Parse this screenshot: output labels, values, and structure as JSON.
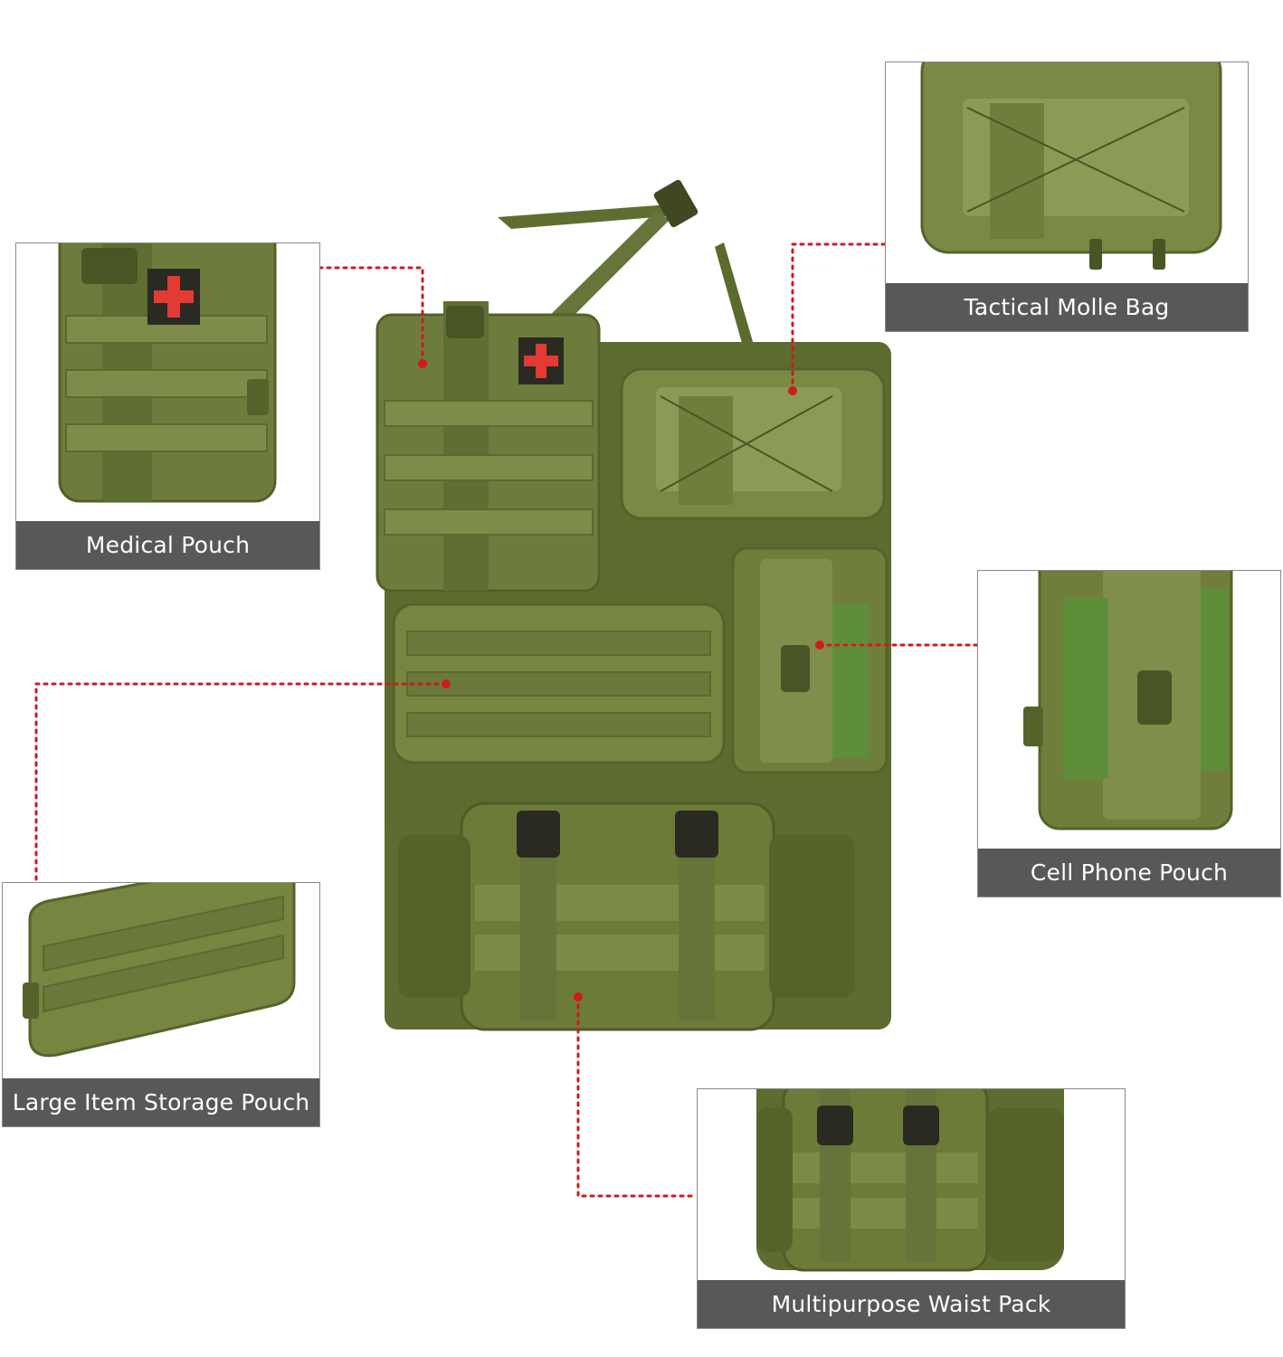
{
  "callouts": {
    "medical_pouch": "Medical Pouch",
    "tactical_molle_bag": "Tactical Molle Bag",
    "cell_phone_pouch": "Cell Phone Pouch",
    "large_item_storage_pouch": "Large Item Storage Pouch",
    "multipurpose_waist_pack": "Multipurpose Waist Pack"
  },
  "colors": {
    "olive": "#6b7a3a",
    "olive_dark": "#4f5b28",
    "olive_light": "#8a9655",
    "label_bg": "#58585a",
    "connector": "#d01a1a",
    "medical_cross": "#e23b33"
  }
}
